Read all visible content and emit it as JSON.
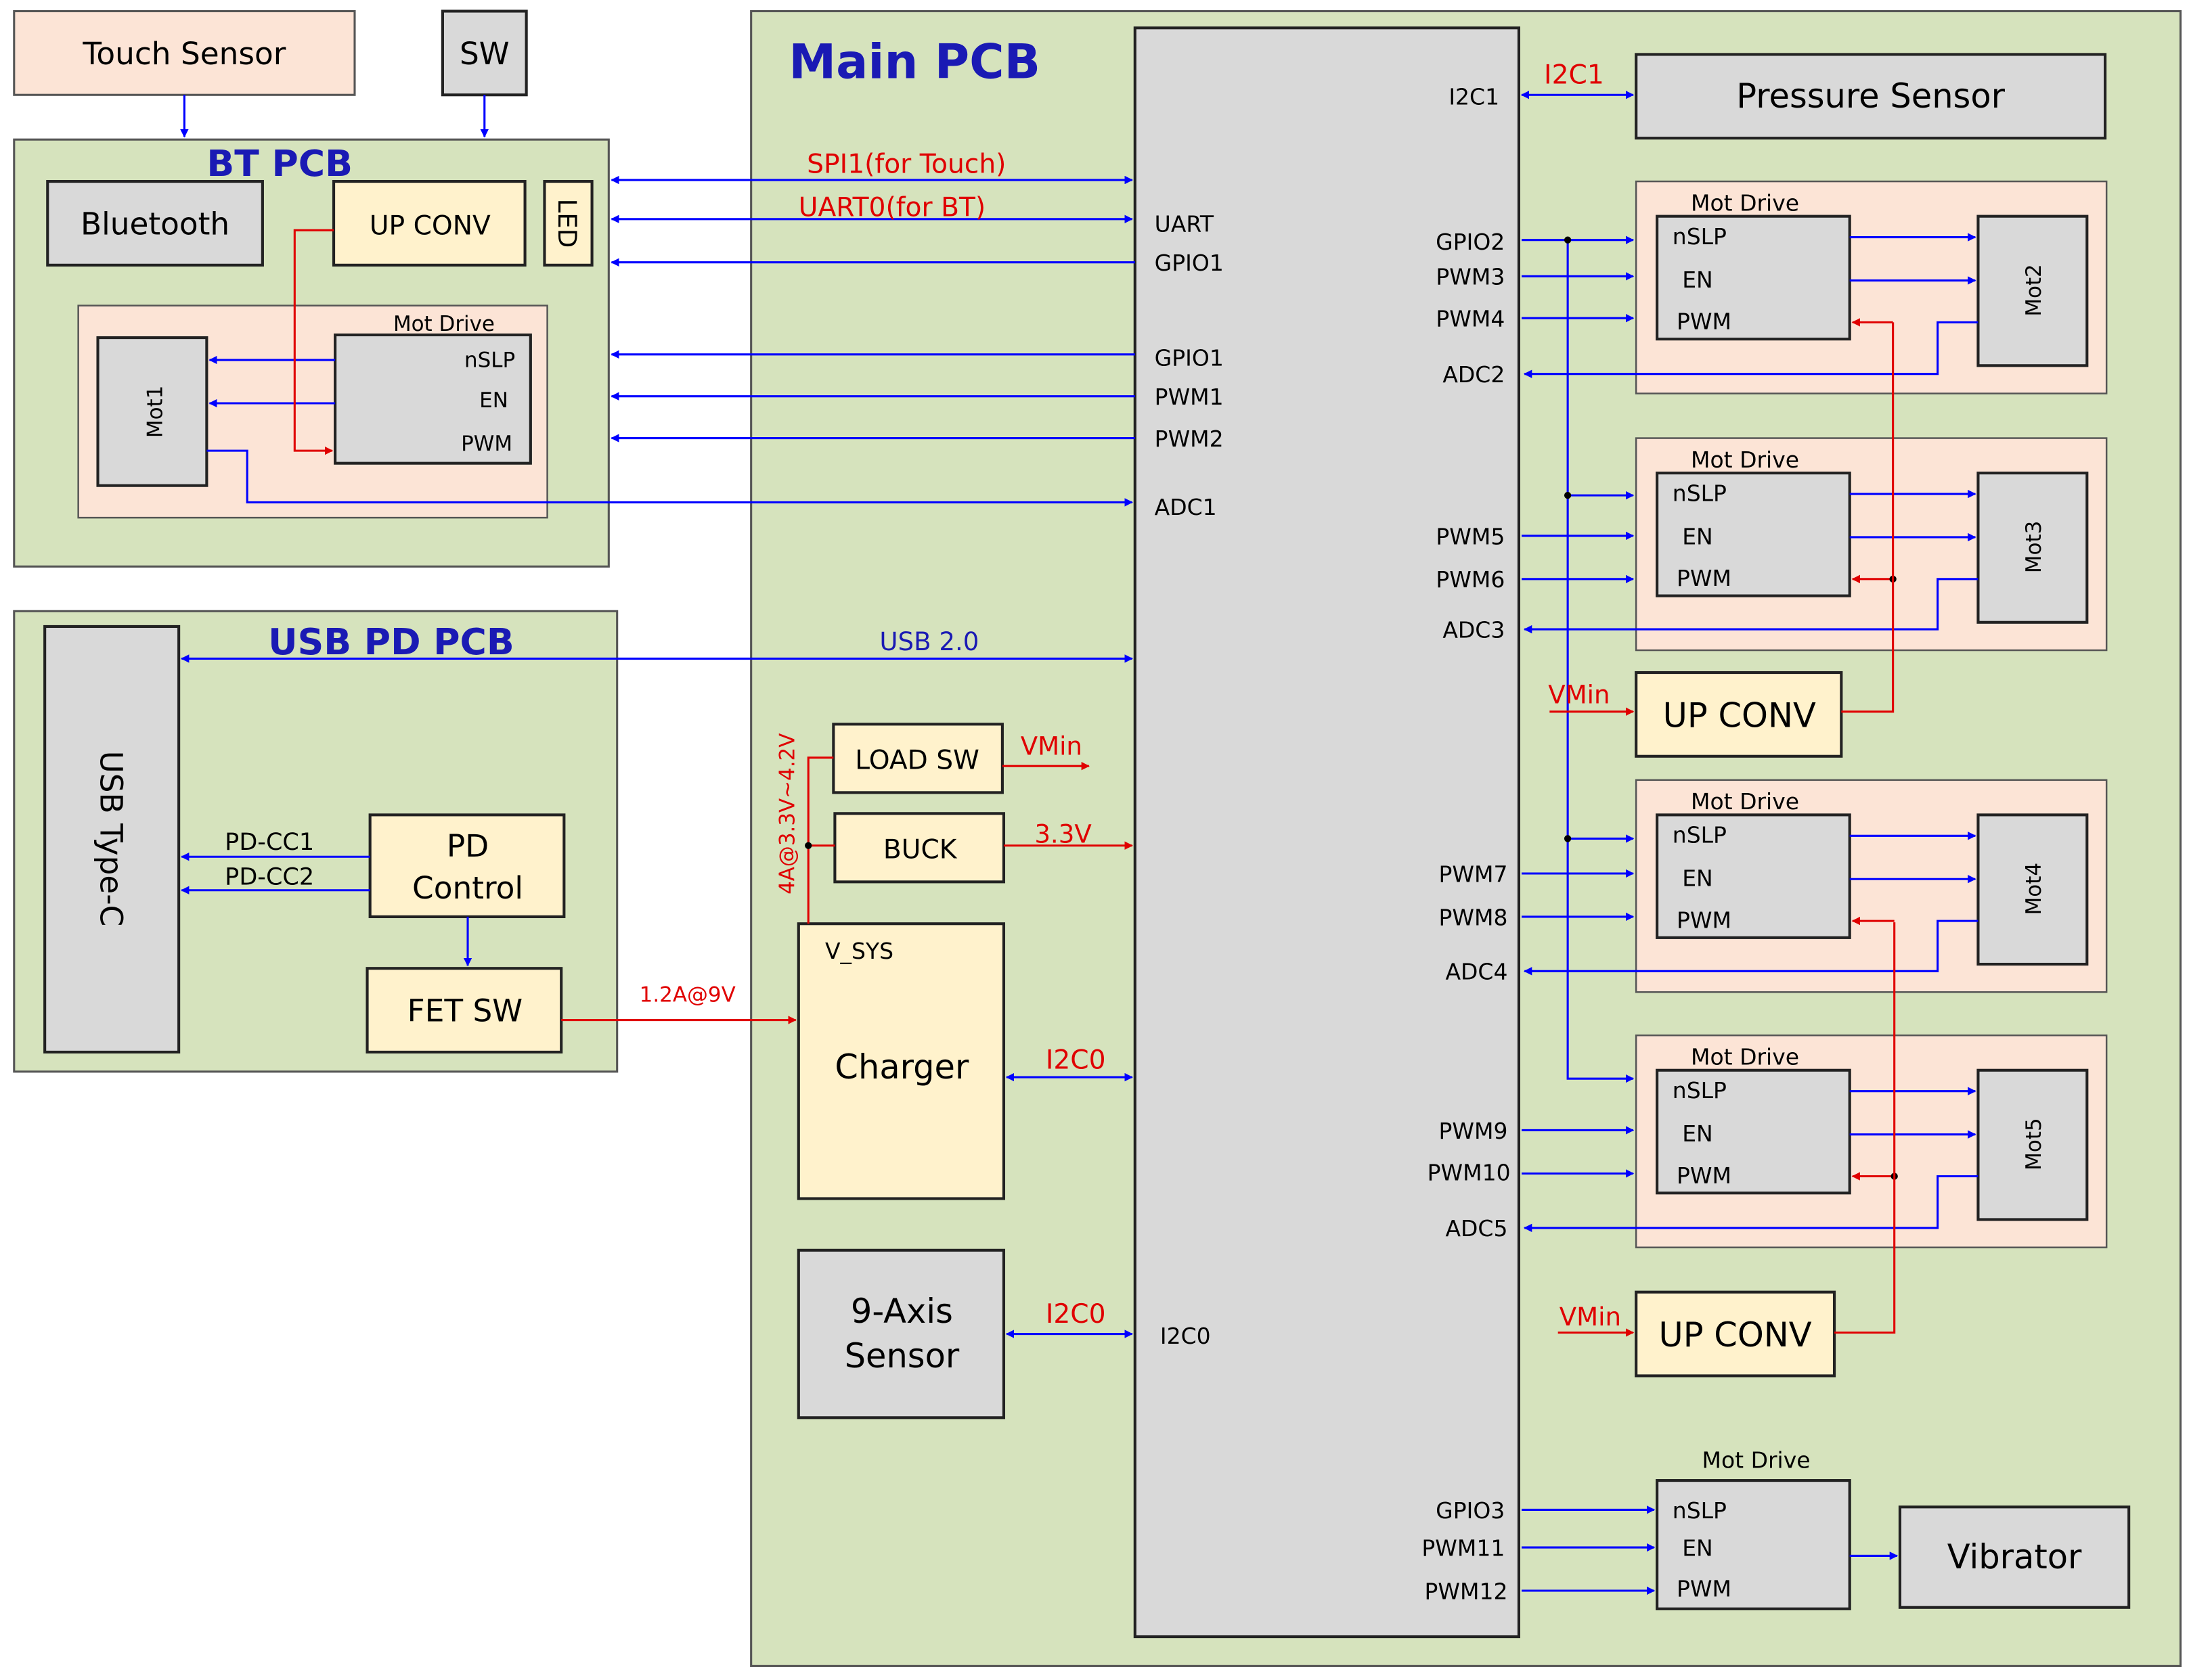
{
  "colors": {
    "board_fill": "#d6e3bd",
    "board_border": "#555555",
    "block_gray": "#d9d9d9",
    "block_yellow": "#fff2cc",
    "block_peach": "#fce4d6",
    "signal_blue": "#0000ff",
    "power_red": "#e00000",
    "title_blue": "#1a1ab4"
  },
  "external": {
    "touch_sensor": "Touch Sensor",
    "sw": "SW"
  },
  "bt_pcb": {
    "title": "BT PCB",
    "bluetooth": "Bluetooth",
    "up_conv": "UP CONV",
    "led": "LED",
    "mot_drive": "Mot Drive",
    "mot": "Mot1",
    "pins": [
      "nSLP",
      "EN",
      "PWM"
    ]
  },
  "usb_pd_pcb": {
    "title": "USB PD PCB",
    "usb_typec": "USB Type-C",
    "pd_control_line1": "PD",
    "pd_control_line2": "Control",
    "fet_sw": "FET SW",
    "pd_cc1": "PD-CC1",
    "pd_cc2": "PD-CC2"
  },
  "main_pcb": {
    "title": "Main PCB",
    "load_sw": "LOAD SW",
    "buck": "BUCK",
    "charger": "Charger",
    "v_sys": "V_SYS",
    "axis_line1": "9-Axis",
    "axis_line2": "Sensor",
    "pressure_sensor": "Pressure Sensor",
    "up_conv": "UP CONV",
    "vibrator": "Vibrator",
    "mot_drive": "Mot Drive",
    "pins": [
      "nSLP",
      "EN",
      "PWM"
    ],
    "motors": [
      "Mot2",
      "Mot3",
      "Mot4",
      "Mot5"
    ]
  },
  "mcu_left_pins": {
    "uart": "UART",
    "gpio1a": "GPIO1",
    "gpio1b": "GPIO1",
    "pwm1": "PWM1",
    "pwm2": "PWM2",
    "adc1": "ADC1",
    "i2c0": "I2C0"
  },
  "mcu_right_pins": {
    "i2c1": "I2C1",
    "gpio2": "GPIO2",
    "pwm3": "PWM3",
    "pwm4": "PWM4",
    "adc2": "ADC2",
    "pwm5": "PWM5",
    "pwm6": "PWM6",
    "adc3": "ADC3",
    "pwm7": "PWM7",
    "pwm8": "PWM8",
    "adc4": "ADC4",
    "pwm9": "PWM9",
    "pwm10": "PWM10",
    "adc5": "ADC5",
    "gpio3": "GPIO3",
    "pwm11": "PWM11",
    "pwm12": "PWM12"
  },
  "signals": {
    "spi1": "SPI1(for Touch)",
    "uart0": "UART0(for BT)",
    "usb20": "USB 2.0",
    "i2c1": "I2C1",
    "i2c0_charger": "I2C0",
    "i2c0_axis": "I2C0",
    "vmin_load": "VMin",
    "v33": "3.3V",
    "current_range": "4A@3.3V~4.2V",
    "input_power": "1.2A@9V",
    "vmin_upconv1": "VMin",
    "vmin_upconv2": "VMin"
  }
}
